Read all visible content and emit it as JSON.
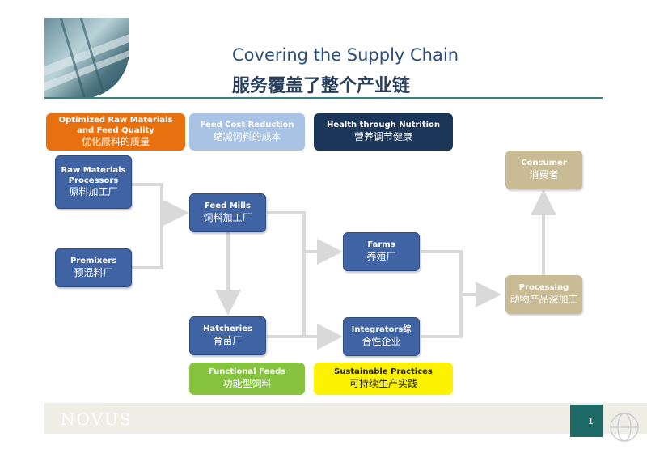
{
  "title": {
    "en": "Covering the Supply Chain",
    "zh": "服务覆盖了整个产业链"
  },
  "goals": [
    {
      "en": "Optimized Raw Materials and Feed Quality",
      "zh": "优化原料的质量"
    },
    {
      "en": "Feed Cost Reduction",
      "zh": "缩减饲料的成本"
    },
    {
      "en": "Health through Nutrition",
      "zh": "营养调节健康"
    }
  ],
  "nodes": {
    "raw": {
      "en": "Raw Materials Processors",
      "zh": "原料加工厂"
    },
    "premixers": {
      "en": "Premixers",
      "zh": "预混料厂"
    },
    "feedmills": {
      "en": "Feed Mills",
      "zh": "饲料加工厂"
    },
    "hatcheries": {
      "en": "Hatcheries",
      "zh": "育苗厂"
    },
    "farms": {
      "en": "Farms",
      "zh": "养殖厂"
    },
    "integrators": {
      "en": "Integrators综",
      "zh": "合性企业"
    },
    "processing": {
      "en": "Processing",
      "zh": "动物产品深加工"
    },
    "consumer": {
      "en": "Consumer",
      "zh": "消费者"
    }
  },
  "bottom": [
    {
      "en": "Functional Feeds",
      "zh": "功能型饲料"
    },
    {
      "en": "Sustainable Practices",
      "zh": "可持续生产实践"
    }
  ],
  "footer": {
    "logo": "NOVUS",
    "page": "1"
  },
  "colors": {
    "node_blue": "#3f63a3",
    "node_tan": "#c9bb93",
    "orange": "#e8700f",
    "light_blue": "#a9c3e4",
    "navy": "#1b3659",
    "green": "#86c440",
    "yellow": "#fdf200",
    "teal": "#1e6a66"
  }
}
